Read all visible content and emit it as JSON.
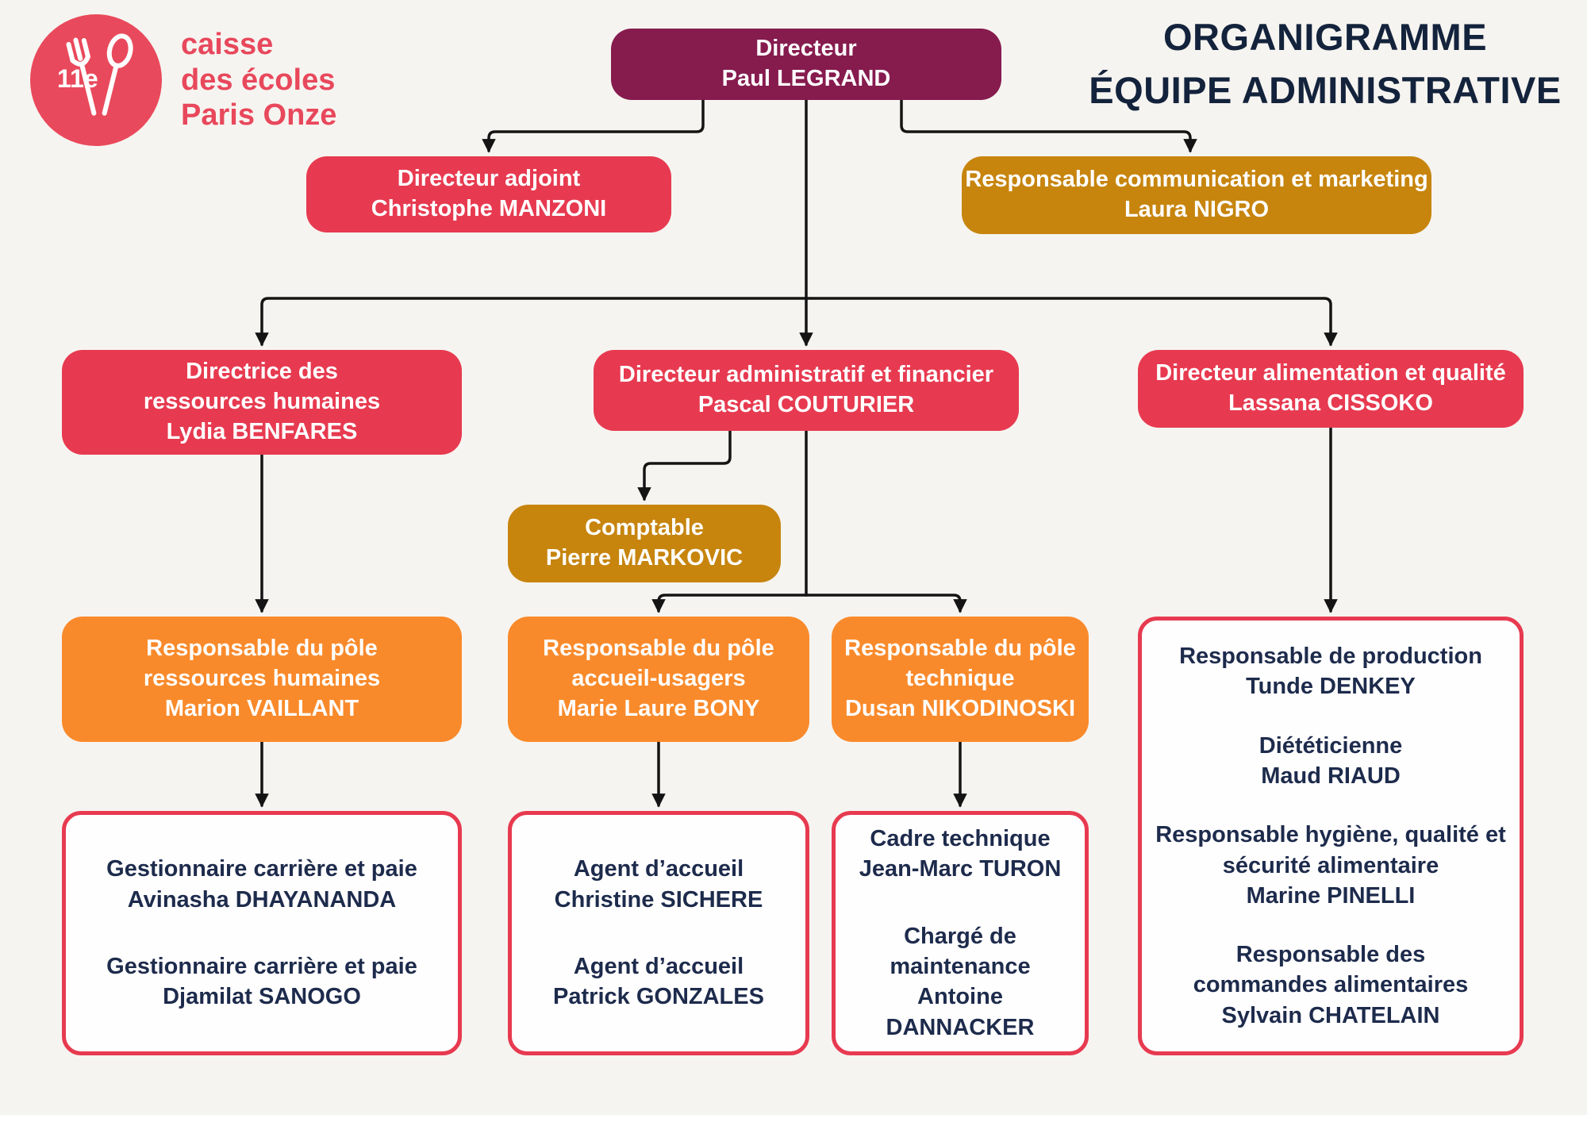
{
  "page": {
    "title_line1": "ORGANIGRAMME",
    "title_line2": "ÉQUIPE ADMINISTRATIVE"
  },
  "brand": {
    "badge": "11e",
    "line1": "caisse",
    "line2": "des écoles",
    "line3": "Paris Onze"
  },
  "colors": {
    "background": "#f6f4f0",
    "purple": "#861b4e",
    "red": "#e73a50",
    "ochre": "#c7850e",
    "orange": "#f98a2b",
    "navy_text": "#1d2b4c",
    "brand_red": "#e8485c",
    "connector": "#141414"
  },
  "nodes": {
    "directeur": {
      "title": "Directeur",
      "name": "Paul LEGRAND"
    },
    "adjoint": {
      "title": "Directeur adjoint",
      "name": "Christophe MANZONI"
    },
    "communication": {
      "title": "Responsable communication et marketing",
      "name": "Laura NIGRO"
    },
    "drh": {
      "title": "Directrice des ressources humaines",
      "name": "Lydia BENFARES"
    },
    "daf": {
      "title": "Directeur administratif et financier",
      "name": "Pascal COUTURIER"
    },
    "daq": {
      "title": "Directeur alimentation et qualité",
      "name": "Lassana CISSOKO"
    },
    "comptable": {
      "title": "Comptable",
      "name": "Pierre MARKOVIC"
    },
    "pole_rh": {
      "title": "Responsable du pôle ressources humaines",
      "name": "Marion VAILLANT"
    },
    "pole_accueil": {
      "title": "Responsable du pôle accueil-usagers",
      "name": "Marie Laure BONY"
    },
    "pole_technique": {
      "title": "Responsable du pôle technique",
      "name": "Dusan NIKODINOSKI"
    }
  },
  "groups": {
    "rh": [
      {
        "title": "Gestionnaire carrière et paie",
        "name": "Avinasha DHAYANANDA"
      },
      {
        "title": "Gestionnaire carrière et paie",
        "name": "Djamilat SANOGO"
      }
    ],
    "accueil": [
      {
        "title": "Agent d’accueil",
        "name": "Christine SICHERE"
      },
      {
        "title": "Agent d’accueil",
        "name": "Patrick GONZALES"
      }
    ],
    "technique": [
      {
        "title": "Cadre technique",
        "name": "Jean-Marc TURON"
      },
      {
        "title": "Chargé de maintenance",
        "name": "Antoine DANNACKER"
      }
    ],
    "alimentation": [
      {
        "title": "Responsable de production",
        "name": "Tunde DENKEY"
      },
      {
        "title": "Diététicienne",
        "name": "Maud RIAUD"
      },
      {
        "title": "Responsable hygiène, qualité et sécurité alimentaire",
        "name": "Marine PINELLI"
      },
      {
        "title": "Responsable des commandes alimentaires",
        "name": "Sylvain CHATELAIN"
      }
    ]
  }
}
